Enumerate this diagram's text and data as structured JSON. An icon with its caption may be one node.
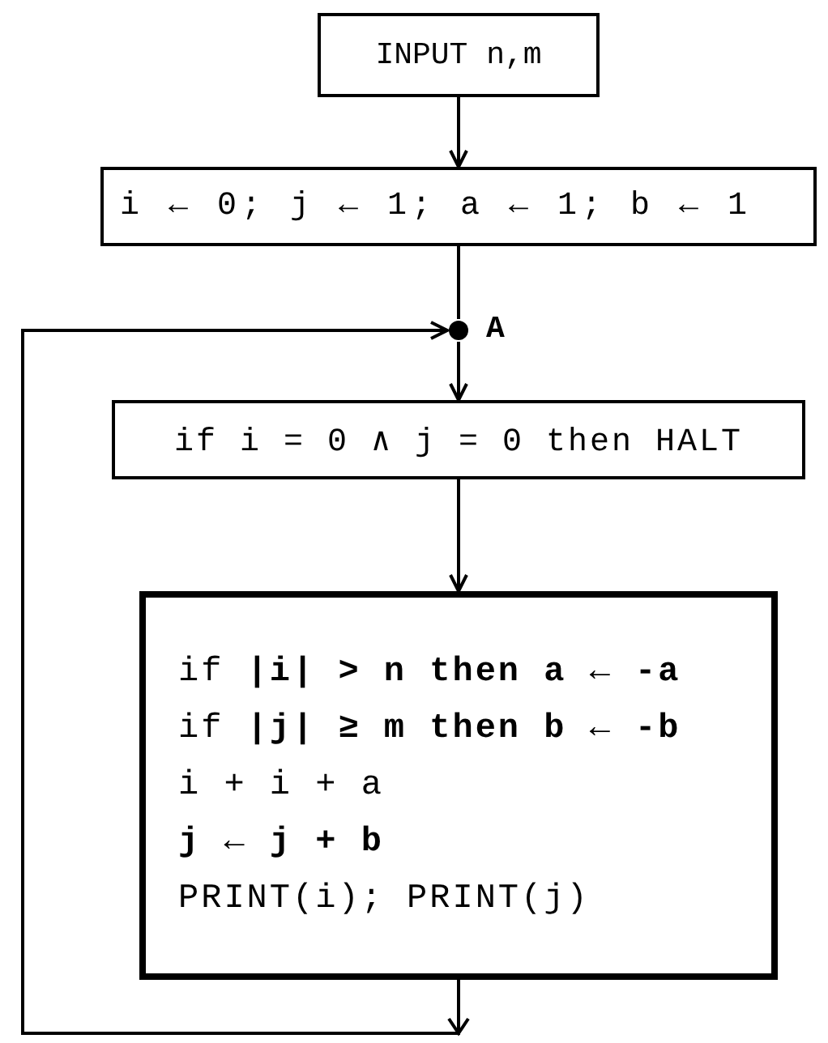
{
  "diagram": {
    "nodes": [
      {
        "text": [
          "INPUT n,m"
        ]
      },
      {
        "text": [
          "i ← 0; j ← 1; a ← 1; b ← 1"
        ]
      },
      {
        "text": [],
        "shape": "circle",
        "beside": [
          "A"
        ]
      },
      {
        "text": [
          "if i = 0 ∧ j = 0 then HALT"
        ]
      },
      {
        "text": [
          "if **|i| > n then a ← -a**",
          "if **|j| ≥ m then b ← -b**",
          "i + i + a",
          "j ← j + b",
          "PRINT(i); PRINT(j)"
        ]
      }
    ],
    "edges": [
      {
        "from": 0,
        "to": 1,
        "arrow": "to"
      },
      {
        "from": 1,
        "to": 2,
        "arrow": "none"
      },
      {
        "from": 2,
        "to": 3,
        "arrow": "to"
      },
      {
        "from": 3,
        "to": 4,
        "arrow": "to"
      },
      {
        "from": 4,
        "to": 2,
        "arrow": "to"
      }
    ]
  }
}
